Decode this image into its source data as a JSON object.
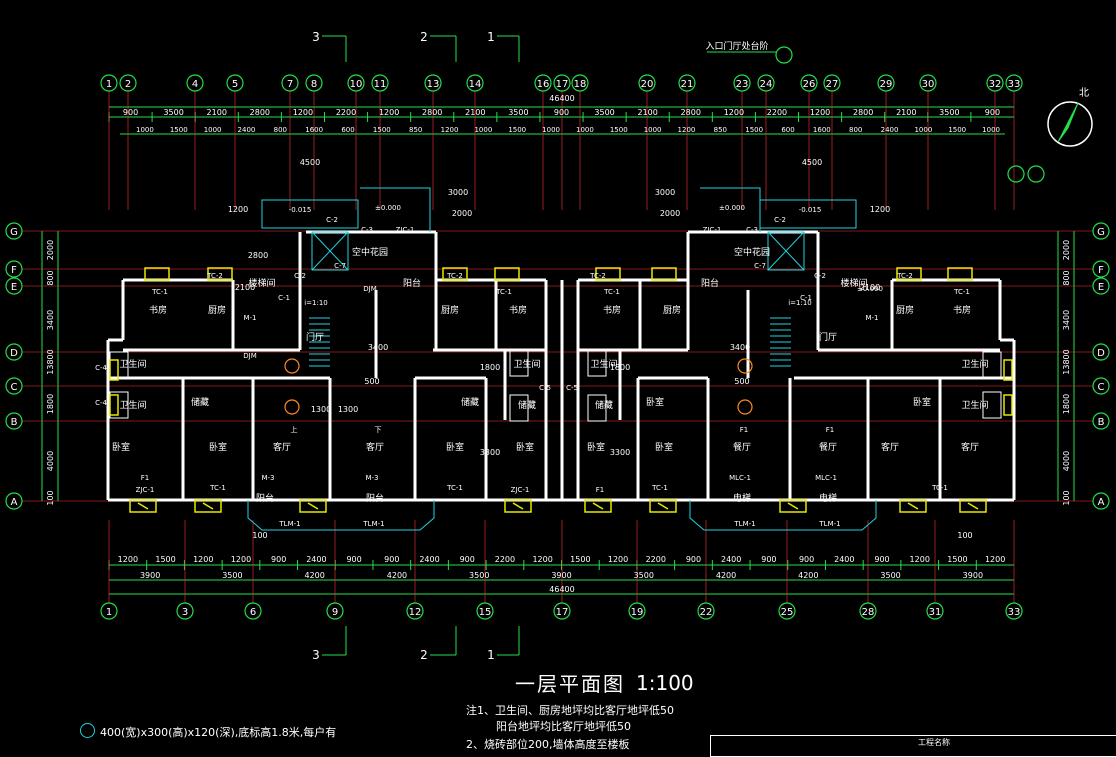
{
  "drawing": {
    "title": "一层平面图",
    "scale": "1:100",
    "north_label": "北",
    "entrance_label": "入口门厅处台阶"
  },
  "axes": {
    "top": [
      "1",
      "2",
      "4",
      "5",
      "7",
      "8",
      "10",
      "11",
      "13",
      "14",
      "16",
      "17",
      "18",
      "20",
      "21",
      "23",
      "24",
      "26",
      "27",
      "29",
      "30",
      "32",
      "33"
    ],
    "bottom": [
      "1",
      "3",
      "6",
      "9",
      "12",
      "15",
      "17",
      "19",
      "22",
      "25",
      "28",
      "31",
      "33"
    ],
    "left": [
      "G",
      "F",
      "E",
      "D",
      "C",
      "B",
      "A"
    ],
    "right": [
      "G",
      "F",
      "E",
      "D",
      "C",
      "B",
      "A"
    ],
    "sections": [
      "3",
      "2",
      "1"
    ]
  },
  "dims": {
    "total": "46400",
    "top_row1": [
      "900",
      "3500",
      "2100",
      "2800",
      "1200",
      "2200",
      "1200",
      "2800",
      "2100",
      "3500",
      "900",
      "3500",
      "2100",
      "2800",
      "1200",
      "2200",
      "1200",
      "2800",
      "2100",
      "3500",
      "900"
    ],
    "top_row2": [
      "1000",
      "1500",
      "1000",
      "2400",
      "800",
      "1600",
      "600",
      "1500",
      "850",
      "1200",
      "1000",
      "1500",
      "1000",
      "1000",
      "1500",
      "1000",
      "1200",
      "850",
      "1500",
      "600",
      "1600",
      "800",
      "2400",
      "1000",
      "1500",
      "1000"
    ],
    "bottom_row1": [
      "1200",
      "1500",
      "1200",
      "1200",
      "900",
      "2400",
      "900",
      "900",
      "2400",
      "900",
      "2200",
      "1200",
      "1500",
      "1200",
      "2200",
      "900",
      "2400",
      "900",
      "900",
      "2400",
      "900",
      "1200",
      "1500",
      "1200"
    ],
    "bottom_row2": [
      "3900",
      "3500",
      "4200",
      "4200",
      "3500",
      "3900",
      "3500",
      "4200",
      "4200",
      "3500",
      "3900"
    ],
    "left_col": [
      "2000",
      "800",
      "3400",
      "13800",
      "1800",
      "4000",
      "100"
    ],
    "misc": [
      "4500",
      "4500",
      "2800",
      "2100",
      "2100",
      "3400",
      "3400",
      "1800",
      "1800",
      "3300",
      "3300",
      "500",
      "500",
      "1300",
      "1300",
      "100",
      "100",
      "1200",
      "1200",
      "2000",
      "3000",
      "3000",
      "2000"
    ]
  },
  "rooms": [
    "书房",
    "厨房",
    "书房",
    "厨房",
    "书房",
    "厨房",
    "书房",
    "厨房",
    "卫生间",
    "卫生间",
    "卫生间",
    "卫生间",
    "卫生间",
    "卫生间",
    "储藏",
    "储藏",
    "储藏",
    "储藏",
    "卧室",
    "卧室",
    "卧室",
    "卧室",
    "卧室",
    "卧室",
    "卧室",
    "卧室",
    "客厅",
    "客厅",
    "客厅",
    "客厅",
    "餐厅",
    "餐厅",
    "门厅",
    "门厅",
    "阳台",
    "阳台",
    "阳台",
    "阳台",
    "电梯",
    "电梯",
    "空中花园",
    "空中花园",
    "楼梯间",
    "楼梯间"
  ],
  "labels": [
    "TC-1",
    "TC-1",
    "TC-1",
    "TC-1",
    "TC-1",
    "TC-1",
    "TC-1",
    "TC-1",
    "TC-2",
    "TC-2",
    "TC-2",
    "TC-2",
    "C-2",
    "C-2",
    "C-2",
    "C-2",
    "C-3",
    "C-3",
    "C-4",
    "C-4",
    "C-5",
    "C-5",
    "C-1",
    "C-1",
    "C-7",
    "C-7",
    "M-1",
    "M-1",
    "M-3",
    "M-3",
    "MLC-1",
    "MLC-1",
    "TLM-1",
    "TLM-1",
    "TLM-1",
    "TLM-1",
    "ZJC-1",
    "ZJC-1",
    "ZJC-1",
    "ZJC-1",
    "DJM",
    "DJM",
    "±0.000",
    "±0.000",
    "±0.000",
    "-0.015",
    "-0.015",
    "i=1:10",
    "i=1:10",
    "上",
    "下",
    "F1",
    "F1",
    "F1",
    "F1"
  ],
  "notes": [
    "注1、卫生间、厨房地坪均比客厅地坪低50",
    "阳台地坪均比客厅地坪低50",
    "2、烧砖部位200,墙体高度至楼板"
  ],
  "legend": [
    "400(宽)x300(高)x120(深),底标高1.8米,每户有"
  ],
  "titleblock": "工程名称",
  "colors": {
    "bg": "#000000",
    "wall": "#ffffff",
    "dim": "#22e04a",
    "axis": "#22e04a",
    "fixture": "#e8e800",
    "text": "#ffffff",
    "cyan": "#1fd3e0",
    "red": "#ff3030",
    "orange": "#ff8a1f",
    "magenta": "#ff3cff"
  }
}
